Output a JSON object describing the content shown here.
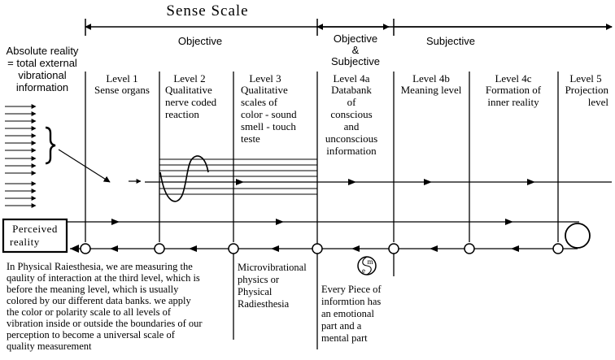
{
  "title": "Sense Scale",
  "bands": {
    "objective": "Objective",
    "mixed_1": "Objective",
    "mixed_2": "&",
    "mixed_3": "Subjective",
    "subjective": "Subjective"
  },
  "left_intro": [
    "Absolute reality",
    "= total external",
    "vibrational",
    "information"
  ],
  "perceived": [
    "Perceived",
    "reality"
  ],
  "levels": [
    {
      "lines": [
        "Level 1",
        "Sense organs"
      ]
    },
    {
      "lines": [
        "Level 2",
        "Qualitative",
        "nerve coded",
        "reaction"
      ]
    },
    {
      "lines": [
        "Level 3",
        "Qualitative",
        "scales of",
        "color - sound",
        "smell - touch",
        "teste"
      ]
    },
    {
      "lines": [
        "Level 4a",
        "Databank",
        "of",
        "conscious",
        "and",
        "unconscious",
        "information"
      ]
    },
    {
      "lines": [
        "Level 4b",
        "Meaning level"
      ]
    },
    {
      "lines": [
        "Level 4c",
        "Formation of",
        "inner reality"
      ]
    },
    {
      "lines": [
        "Level 5",
        "Projection",
        "level"
      ]
    }
  ],
  "bottom_notes": {
    "physical": [
      "In Physical Raiesthesia, we are measuring the",
      "qaulity of interaction at the third level, which is",
      "before the meaning level, which is usually",
      "colored by our different data banks. we apply",
      "the color or polarity scale to all levels of",
      "vibration inside or outside the boundaries of our",
      "perception to become a universal scale of",
      "quality measurement"
    ],
    "micro": [
      "Microvibrational",
      "physics or",
      "Physical",
      "Radiesthesia"
    ],
    "emotional": [
      "Every Piece of",
      "informtion has",
      "an emotional",
      "part and a",
      "mental part"
    ],
    "symbol_m": "m",
    "symbol_e": "e"
  }
}
